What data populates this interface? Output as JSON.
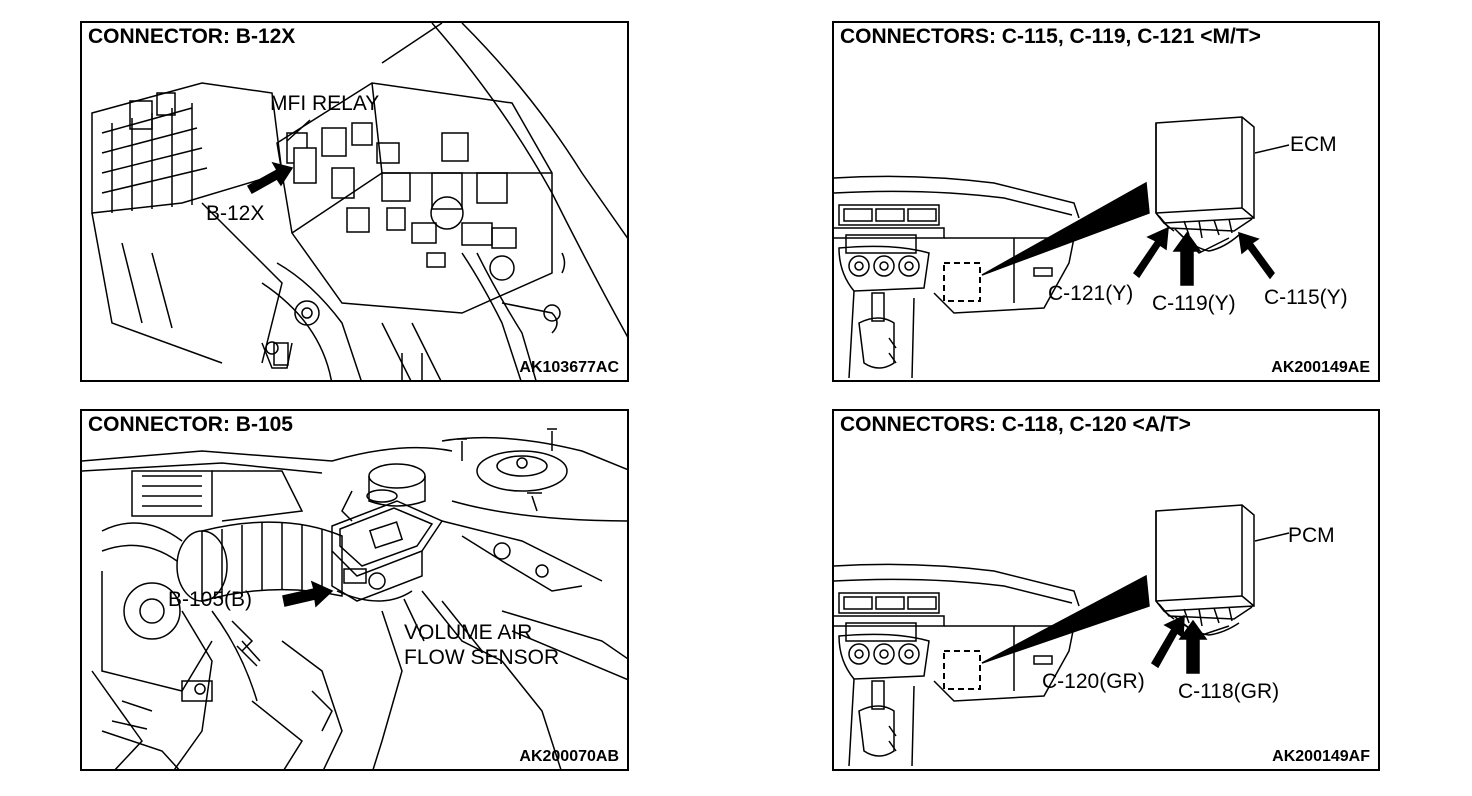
{
  "panels": [
    {
      "title": "CONNECTOR: B-12X",
      "code": "AK103677AC",
      "labels": [
        "MFI RELAY",
        "B-12X"
      ]
    },
    {
      "title": "CONNECTORS: C-115, C-119, C-121 <M/T>",
      "code": "AK200149AE",
      "labels": [
        "ECM",
        "C-121(Y)",
        "C-119(Y)",
        "C-115(Y)"
      ]
    },
    {
      "title": "CONNECTOR: B-105",
      "code": "AK200070AB",
      "labels": [
        "B-105(B)",
        "VOLUME AIR",
        "FLOW SENSOR"
      ]
    },
    {
      "title": "CONNECTORS: C-118, C-120 <A/T>",
      "code": "AK200149AF",
      "labels": [
        "PCM",
        "C-120(GR)",
        "C-118(GR)"
      ]
    }
  ]
}
